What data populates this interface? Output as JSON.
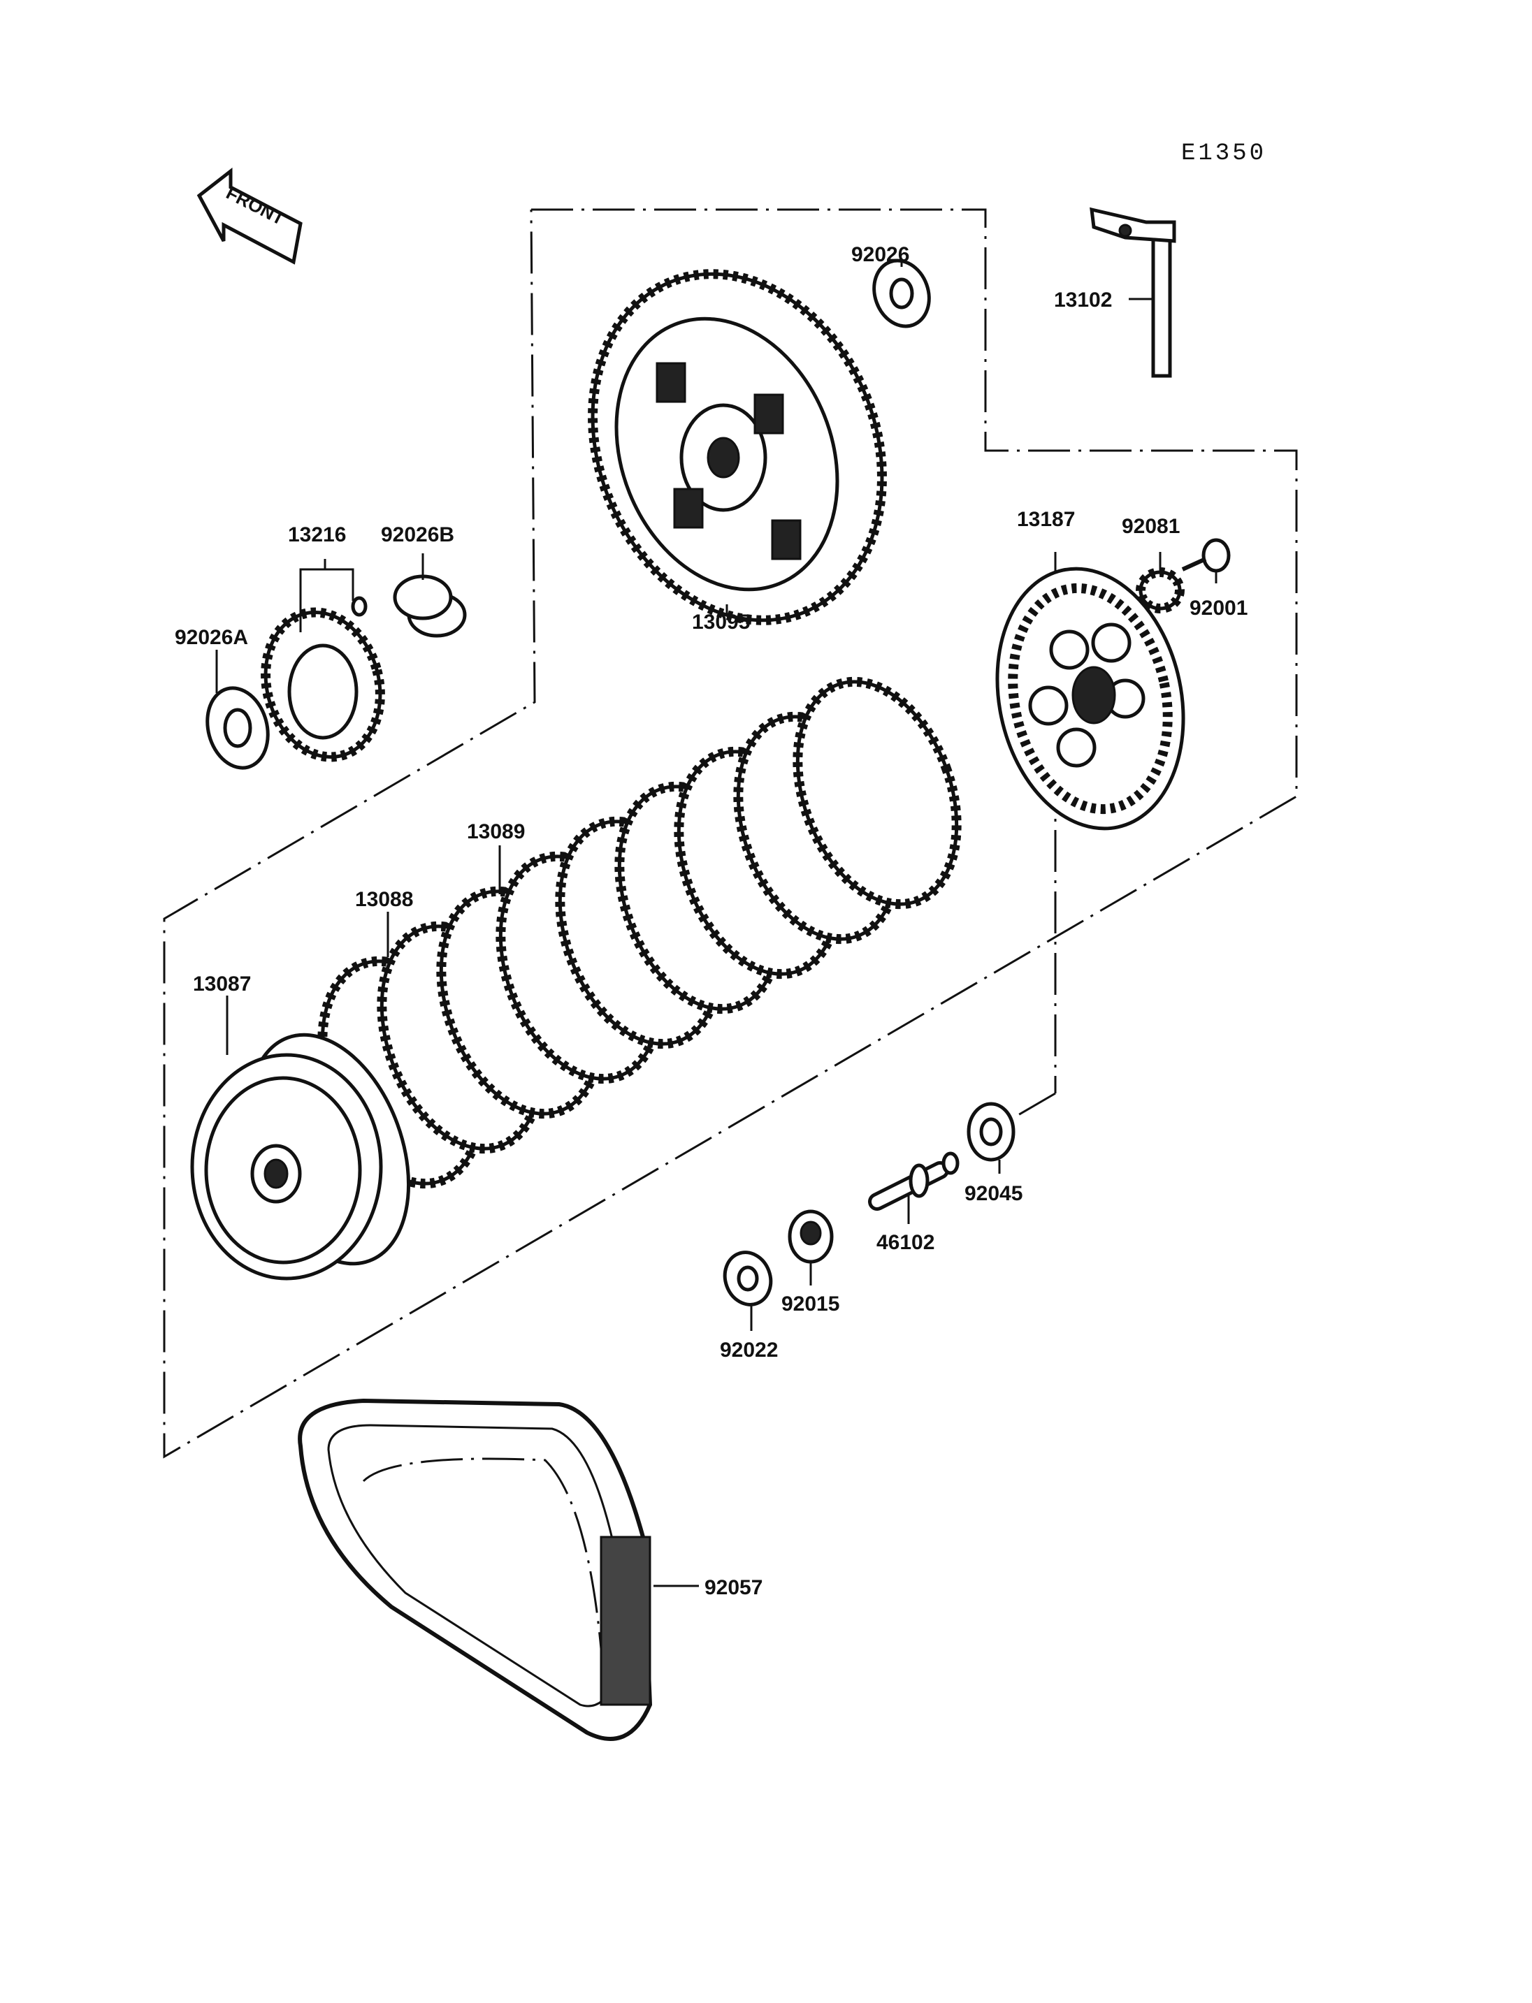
{
  "diagram": {
    "ref_code": "E1350",
    "front_label": "FRONT",
    "parts": {
      "p13102": "13102",
      "p92026": "92026",
      "p13095": "13095",
      "p13216": "13216",
      "p92026B": "92026B",
      "p92026A": "92026A",
      "p13187": "13187",
      "p92081": "92081",
      "p92001": "92001",
      "p13089": "13089",
      "p13088": "13088",
      "p13087": "13087",
      "p92045": "92045",
      "p46102": "46102",
      "p92015": "92015",
      "p92022": "92022",
      "p92057": "92057"
    }
  }
}
